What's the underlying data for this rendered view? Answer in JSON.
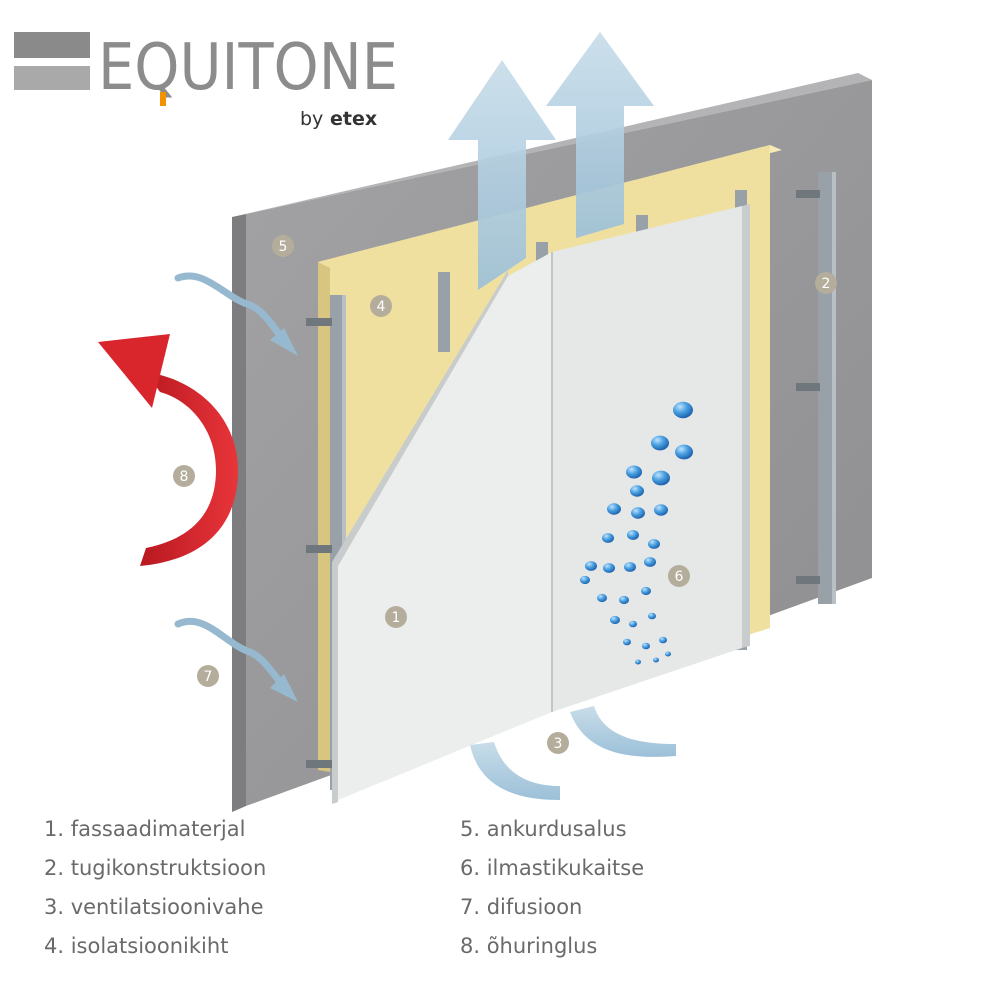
{
  "logo": {
    "brand": "EQUITONE",
    "tagline_prefix": "by",
    "tagline_company": "etex",
    "colors": {
      "brand": "#8c8c8c",
      "accent": "#f39200",
      "tagline": "#333333"
    }
  },
  "diagram": {
    "markers": [
      "1",
      "2",
      "3",
      "4",
      "5",
      "6",
      "7",
      "8"
    ],
    "colors": {
      "wall": "#9a9a9c",
      "insulation": "#f0e2a0",
      "panel": "#eceeee",
      "rail": "#9aa3aa",
      "air_arrow": "#aac8dc",
      "heat_arrow": "#d8262c",
      "droplet": "#3f8fd0",
      "marker": "#b5ad9c"
    }
  },
  "legend": {
    "left": [
      "1. fassaadimaterjal",
      "2.  tugikonstruktsioon",
      "3. ventilatsioonivahe",
      "4. isolatsioonikiht"
    ],
    "right": [
      "5. ankurdusalus",
      "6. ilmastikukaitse",
      "7. difusioon",
      "8.  õhuringlus"
    ]
  }
}
